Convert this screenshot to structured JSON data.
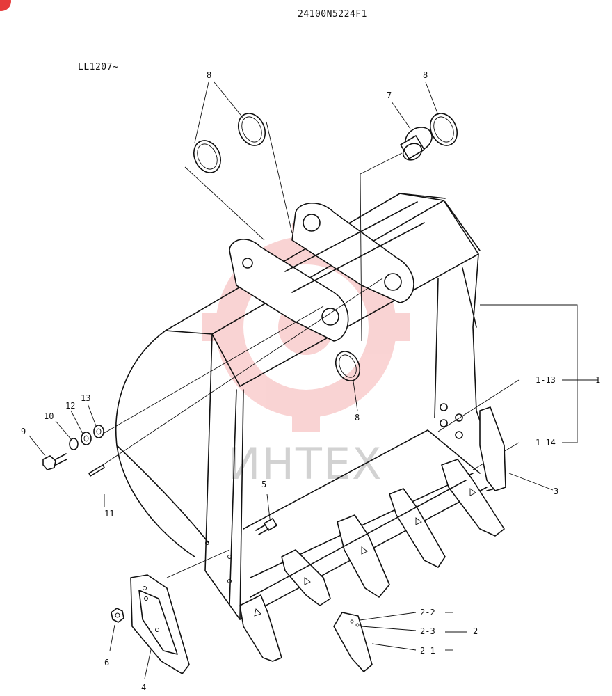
{
  "header": {
    "code": "24100N5224F1",
    "serial_note": "LL1207~"
  },
  "watermark": {
    "text": "ИНТЕХ",
    "color": "#e63a3a"
  },
  "callouts": {
    "p1": "1",
    "p1_13": "1-13",
    "p1_14": "1-14",
    "p2": "2",
    "p2_1": "2-1",
    "p2_2": "2-2",
    "p2_3": "2-3",
    "p3": "3",
    "p4": "4",
    "p5": "5",
    "p6": "6",
    "p7": "7",
    "p8_left": "8",
    "p8_right": "8",
    "p8_bottom": "8",
    "p9": "9",
    "p10": "10",
    "p11": "11",
    "p12": "12",
    "p13": "13"
  }
}
